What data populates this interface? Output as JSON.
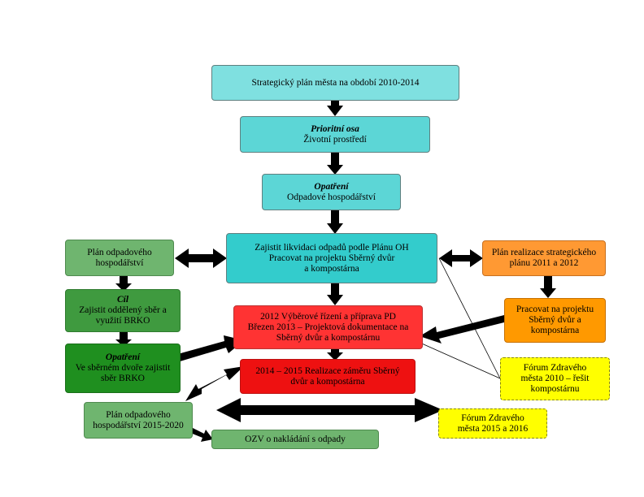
{
  "boxes": {
    "strategic_plan": "Strategický plán města na období 2010-2014",
    "priority_axis": {
      "title": "Prioritní osa",
      "text": "Životní prostředí"
    },
    "measure_top": {
      "title": "Opatření",
      "text": "Odpadové hospodářství"
    },
    "central": {
      "line1": "Zajistit likvidaci odpadů podle Plánu OH",
      "line2": "Pracovat na projektu Sběrný dvůr",
      "line3": "a kompostárna"
    },
    "waste_plan": {
      "line1": "Plán odpadového",
      "line2": "hospodářství"
    },
    "goal": {
      "title": "Cíl",
      "line1": "Zajistit oddělený sběr a",
      "line2": "využití BRKO"
    },
    "measure_left": {
      "title": "Opatření",
      "line1": "Ve sběrném dvoře zajistit",
      "line2": "sběr BRKO"
    },
    "tender_2012": {
      "line1": "2012 Výběrové řízení a příprava PD",
      "line2": "Březen 2013 – Projektová dokumentace na",
      "line3": "Sběrný dvůr a kompostárnu"
    },
    "realization": {
      "line1": "2014 – 2015 Realizace záměru Sběrný",
      "line2": "dvůr a kompostárna"
    },
    "waste_plan_2015": {
      "line1": "Plán odpadového",
      "line2": "hospodářství 2015-2020"
    },
    "ozv": "OZV o nakládání s odpady",
    "realization_plan": {
      "line1": "Plán realizace strategického",
      "line2": "plánu 2011 a 2012"
    },
    "work_project": {
      "line1": "Pracovat na projektu",
      "line2": "Sběrný dvůr a",
      "line3": "kompostárna"
    },
    "forum_2010": {
      "line1": "Fórum Zdravého",
      "line2": "města 2010 – řešit",
      "line3": "kompostárnu"
    },
    "forum_2015": {
      "line1": "Fórum Zdravého",
      "line2": "města 2015 a 2016"
    }
  },
  "colors": {
    "arrow": "#000000",
    "cyan": "#7fe0e0",
    "teal": "#33cccc",
    "green": "#6fb56f",
    "dark_green": "#1f8f1f",
    "red": "#ff3333",
    "orange": "#ff9933",
    "yellow": "#ffff00"
  }
}
